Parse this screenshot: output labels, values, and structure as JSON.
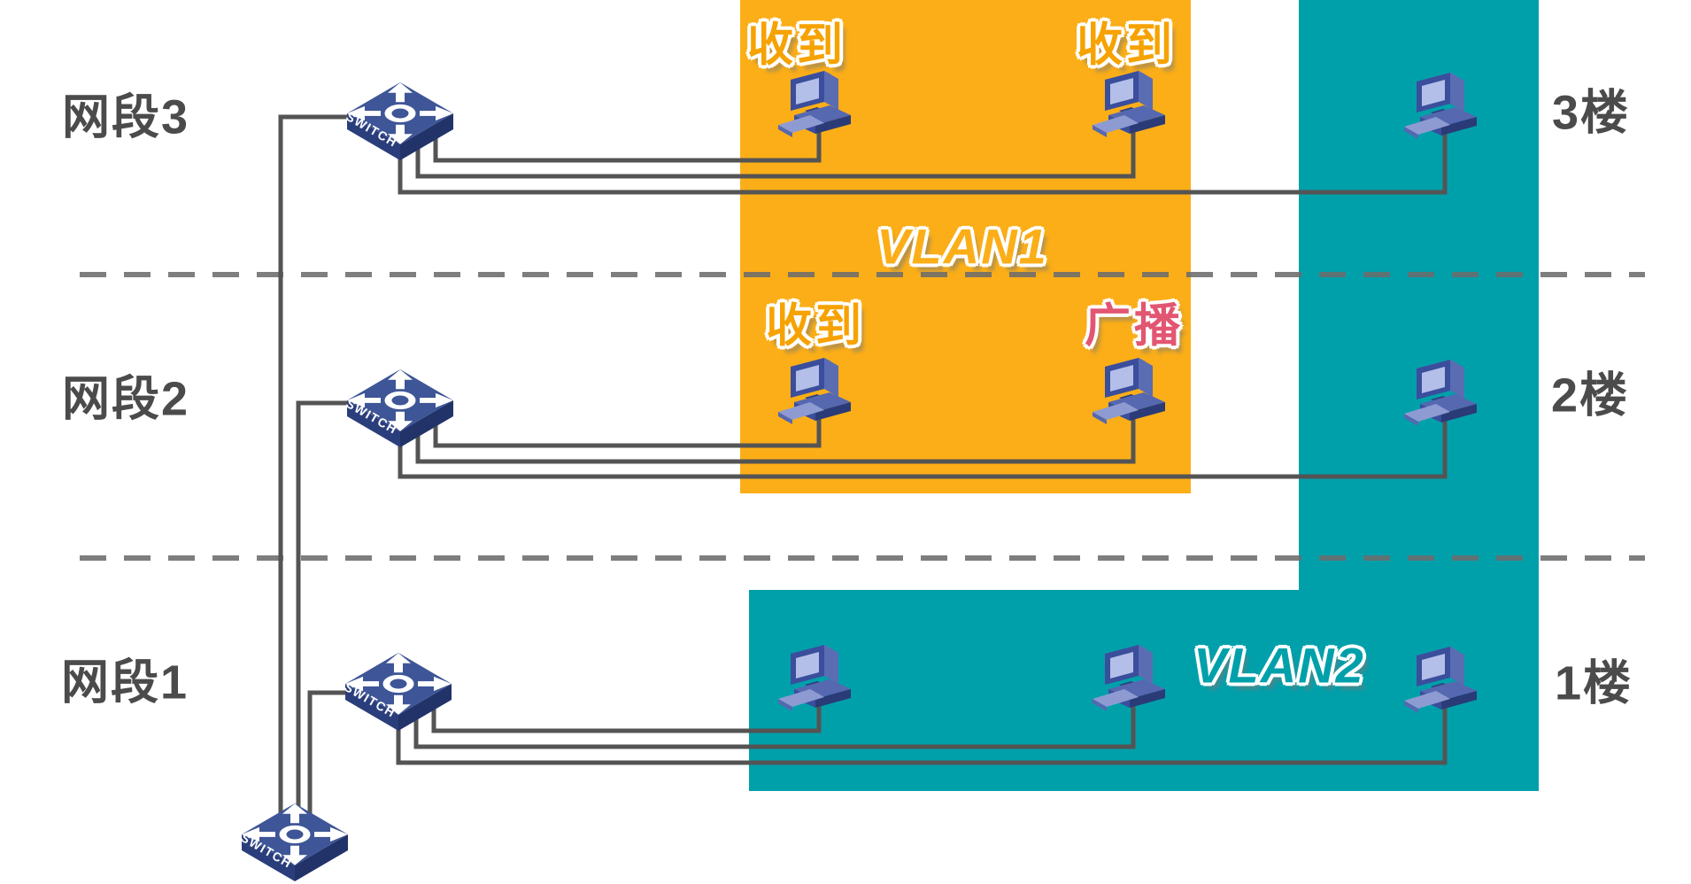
{
  "segment_labels": [
    "网段3",
    "网段2",
    "网段1"
  ],
  "floor_labels": [
    "3楼",
    "2楼",
    "1楼"
  ],
  "vlan1": {
    "label": "VLAN1"
  },
  "vlan2": {
    "label": "VLAN2"
  },
  "switch_label": "SWITCH",
  "pc_annotations": {
    "f3_pc1": "收到",
    "f3_pc2": "收到",
    "f2_pc1": "收到",
    "f2_pc2": "广播"
  },
  "colors": {
    "vlan1_fill": "#FBAE17",
    "vlan2_fill": "#00A0AB",
    "wire": "#545454",
    "divider": "#6C6C6C",
    "side_label_text": "#4B4B4B",
    "received_text": "#F6A201",
    "broadcast_text": "#E25672",
    "switch_top": "#3E5697",
    "switch_side": "#2B3E7C",
    "pc_screen": "#B3BFE8"
  }
}
